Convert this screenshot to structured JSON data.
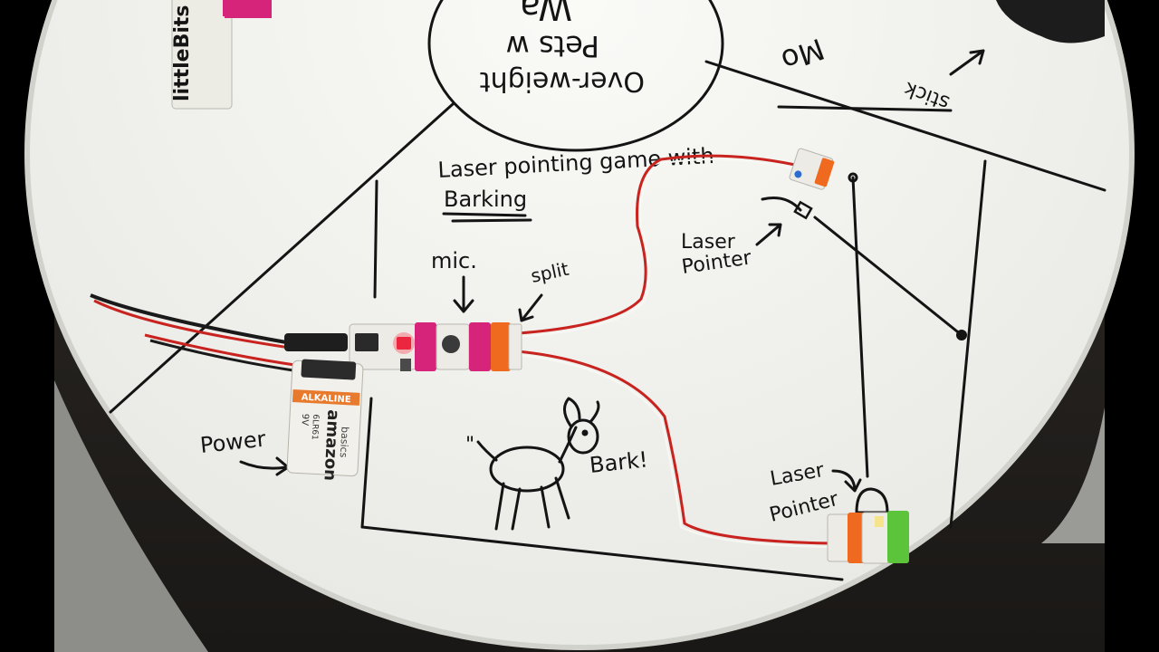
{
  "scene": {
    "background_color": "#000000",
    "board_color": "#f4f4f1",
    "wire_red": "#c8231f",
    "module_pink": "#d6247a",
    "module_orange": "#ef6a1f",
    "module_green": "#5bc43a"
  },
  "whiteboard": {
    "title_line1": "Laser pointing game with",
    "title_line2": "Barking",
    "top_circle_lines": [
      "Over-weight",
      "Pets w",
      "Wa"
    ],
    "top_right_partial": "Mo",
    "stick_label": "stick"
  },
  "labels": {
    "mic": "mic.",
    "split": "split",
    "power": "Power",
    "laser_pointer_1": [
      "Laser",
      "Pointer"
    ],
    "laser_pointer_2": [
      "Laser",
      "Pointer"
    ],
    "bark": "Bark!",
    "dog_sound": "\""
  },
  "battery": {
    "band": "ALKALINE",
    "brand": "amazon",
    "sub": "basics",
    "voltage": "9V",
    "model": "6LR61"
  },
  "box_corner": {
    "brand": "littleBits"
  },
  "icons": [
    "arrow-icon",
    "dog-drawing",
    "led-icon"
  ]
}
